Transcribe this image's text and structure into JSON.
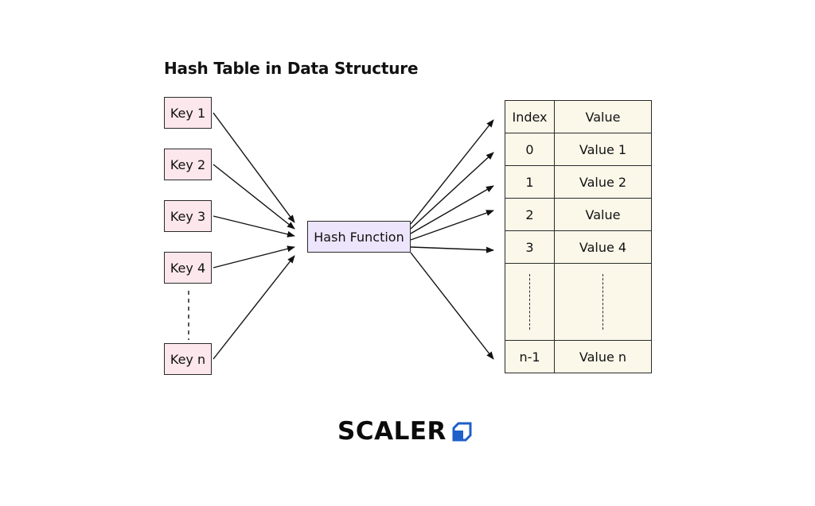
{
  "title": "Hash Table in Data Structure",
  "keys": [
    "Key 1",
    "Key 2",
    "Key 3",
    "Key 4",
    "Key n"
  ],
  "hash_function_label": "Hash Function",
  "table": {
    "headers": [
      "Index",
      "Value"
    ],
    "rows": [
      {
        "index": "0",
        "value": "Value 1"
      },
      {
        "index": "1",
        "value": "Value 2"
      },
      {
        "index": "2",
        "value": "Value"
      },
      {
        "index": "3",
        "value": "Value 4"
      }
    ],
    "last_row": {
      "index": "n-1",
      "value": "Value n"
    }
  },
  "logo": {
    "text": "SCALER",
    "icon": "scaler-cube-icon"
  },
  "colors": {
    "key_fill": "#fbe7ec",
    "hash_fill": "#ece5fb",
    "table_fill": "#fbf8ea",
    "logo_accent": "#1f5fc9"
  }
}
